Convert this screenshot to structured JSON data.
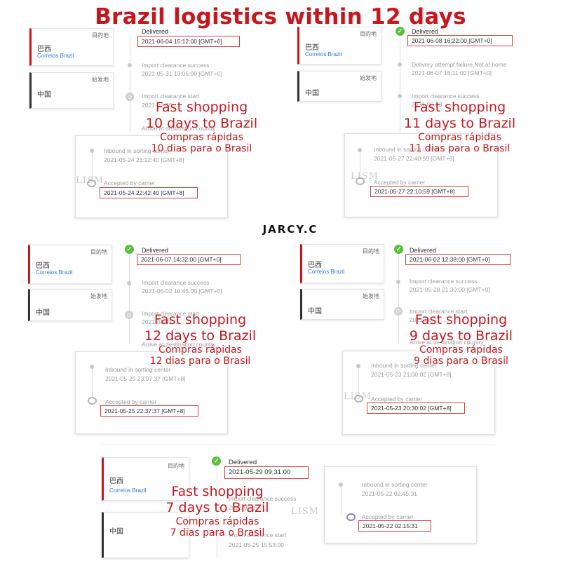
{
  "headline": "Brazil logistics within 12 days",
  "brand": "JARCY.C",
  "watermark": "LISM",
  "labels": {
    "destination": "目的地",
    "origin": "始发地",
    "country_dest": "巴西",
    "carrier": "Correios Brazil",
    "country_origin": "中国",
    "delivered": "Delivered",
    "delivery_failure": "Delivery attempt failure,Not at home",
    "import_success": "Import clearance success",
    "import_start": "Import clearance start",
    "arrive_dest": "Arrive at destination country",
    "inbound": "Inbound in sorting center",
    "accepted": "Accepted by carrier"
  },
  "panels": [
    {
      "delivered_ts": "2021-06-04 15:12:00 [GMT+0]",
      "import_success_ts": "2021-05-31 13:05:00 [GMT+0]",
      "import_start_ts": "2021-05-29 ...",
      "inbound_ts": "2021-05-24 23:12:40 [GMT+8]",
      "accepted_ts": "2021-05-24 22:42:40 [GMT+8]",
      "promo": [
        "Fast shopping",
        "10 days to Brazil",
        "Compras rápidas",
        "10 dias para o Brasil"
      ]
    },
    {
      "delivered_ts": "2021-06-08 16:22:00 [GMT+0]",
      "failure_ts": "2021-06-07 16:11:00 [GMT+0]",
      "import_success_ts": "2021-06-03 ...",
      "inbound_ts": "2021-05-27 22:40:59 [GMT+8]",
      "accepted_ts": "2021-05-27 22:10:59 [GMT+8]",
      "promo": [
        "Fast shopping",
        "11 days to Brazil",
        "Compras rápidas",
        "11 dias para o Brasil"
      ]
    },
    {
      "delivered_ts": "2021-06-07 14:32:00 [GMT+0]",
      "import_success_ts": "2021-06-02 10:45:00 [GMT+0]",
      "import_start_ts": "2021-06-01 ...",
      "inbound_ts": "2021-05-25 23:07:37 [GMT+8]",
      "accepted_ts": "2021-05-25 22:37:37 [GMT+8]",
      "promo": [
        "Fast shopping",
        "12 days to Brazil",
        "Compras rápidas",
        "12 dias para o Brasil"
      ]
    },
    {
      "delivered_ts": "2021-06-02 12:38:00 [GMT+0]",
      "import_success_ts": "2021-05-28 21:30:00 [GMT+0]",
      "import_start_ts": "2021-05-27 ...",
      "inbound_ts": "2021-05-23 21:00:02 [GMT+8]",
      "accepted_ts": "2021-05-23 20:30:02 [GMT+8]",
      "promo": [
        "Fast shopping",
        "9 days to Brazil",
        "Compras rápidas",
        "9 dias para o Brasil"
      ]
    },
    {
      "delivered_ts": "2021-05-29 09:31:00",
      "import_success_ts": "2021-05-27 ...",
      "import_start_ts": "2021-05-25 15:53:00",
      "inbound_ts": "2021-05-22 02:45:31",
      "accepted_ts": "2021-05-22 02:15:31",
      "promo": [
        "Fast shopping",
        "7 days to Brazil",
        "Compras rápidas",
        "7 dias para o Brasil"
      ]
    }
  ],
  "colors": {
    "accent_red": "#c8161d",
    "check_green": "#5bbf3d",
    "carrier_blue": "#2b7bd6"
  }
}
